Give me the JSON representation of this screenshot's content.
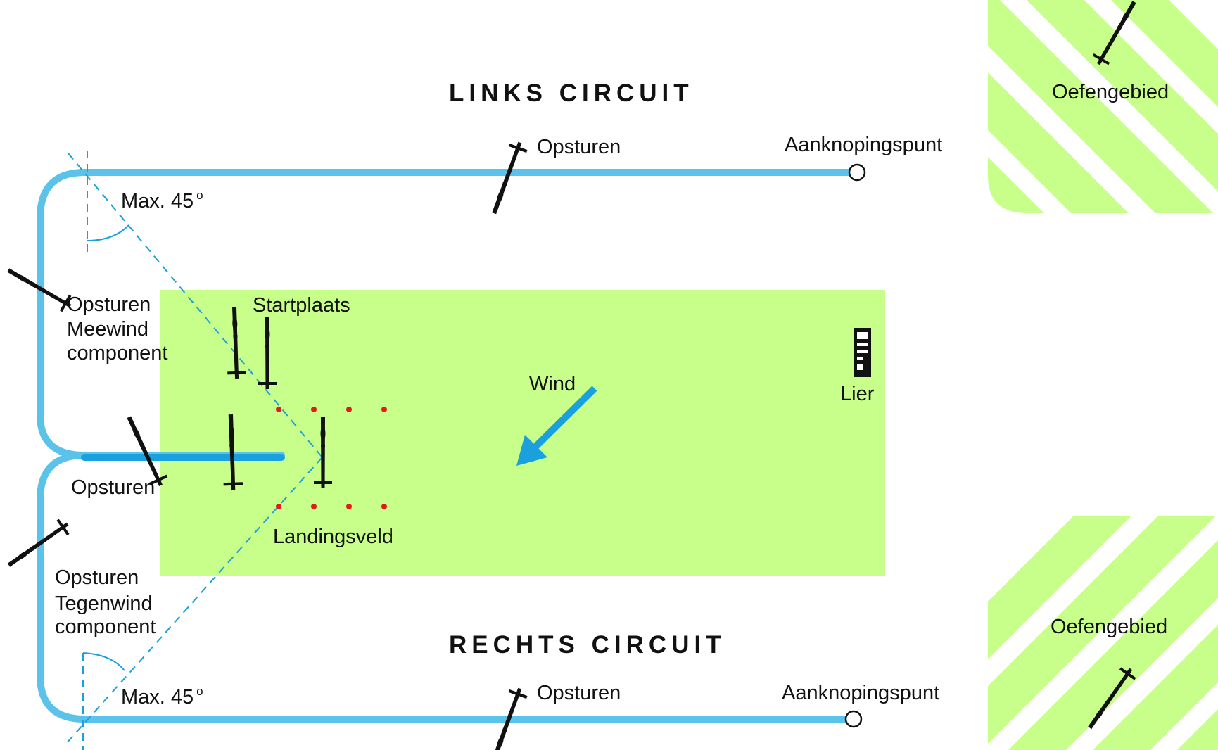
{
  "titles": {
    "left_circuit": "LINKS CIRCUIT",
    "right_circuit": "RECHTS CIRCUIT"
  },
  "labels": {
    "practice_area_top": "Oefengebied",
    "practice_area_bottom": "Oefengebied",
    "steer_top": "Opsturen",
    "junction_top": "Aanknopingspunt",
    "max_angle_top": "Max. 45",
    "max_angle_top_unit": "o",
    "steer_tail_line1": "Opsturen",
    "steer_tail_line2": "Meewind",
    "steer_tail_line3": "component",
    "launch_point": "Startplaats",
    "wind": "Wind",
    "winch": "Lier",
    "steer_final": "Opsturen",
    "landing_field": "Landingsveld",
    "steer_head_line1": "Opsturen",
    "steer_head_line2": "Tegenwind",
    "steer_head_line3": "component",
    "max_angle_bottom": "Max. 45",
    "max_angle_bottom_unit": "o",
    "steer_bottom": "Opsturen",
    "junction_bottom": "Aanknopingspunt"
  },
  "colors": {
    "field_green": "#c8ff8a",
    "circuit_blue": "#5bc3ea",
    "arrow_blue": "#1aa0dc",
    "landing_marker_red": "#e21b1b",
    "text": "#111111"
  },
  "icons": {
    "glider": "glider-icon",
    "winch": "winch-icon",
    "wind_arrow": "arrow-icon",
    "junction": "circle-icon"
  }
}
